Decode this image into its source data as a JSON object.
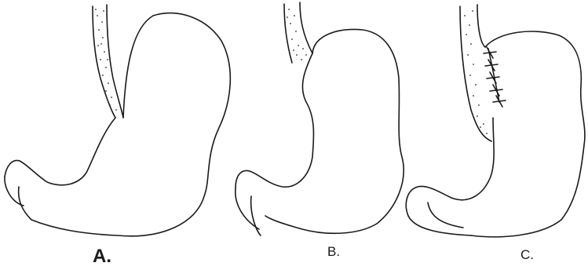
{
  "figure": {
    "panels": [
      {
        "id": "a",
        "label": "A."
      },
      {
        "id": "b",
        "label": "B."
      },
      {
        "id": "c",
        "label": "C."
      }
    ]
  }
}
